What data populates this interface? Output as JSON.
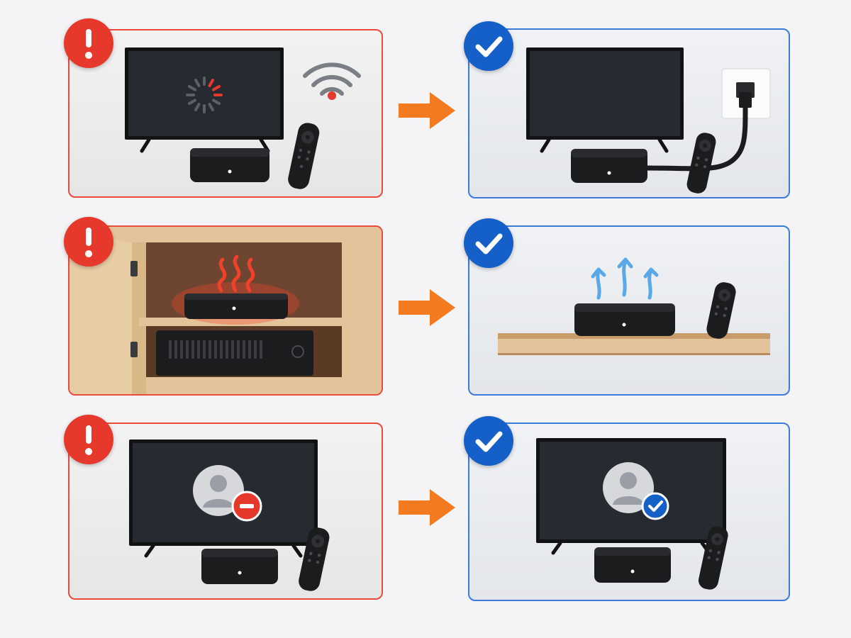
{
  "colors": {
    "problem": "#e6392b",
    "solution": "#1460c8",
    "arrow": "#f47a20",
    "panel_problem_border": "#e84b3c",
    "panel_solution_border": "#3a7bdc",
    "device": "#1b1c1e",
    "screen": "#262a31",
    "wood": "#e3c49a",
    "heat": "#f0412a",
    "airflow": "#5aa8e8"
  },
  "rows": [
    {
      "problem": {
        "scene": "tv-buffering-weak-wifi",
        "icons": [
          "alert-icon",
          "loading-spinner-icon",
          "weak-wifi-icon"
        ]
      },
      "solution": {
        "scene": "tv-wired-ethernet",
        "icons": [
          "check-icon",
          "ethernet-cable-icon",
          "wall-port-icon"
        ]
      }
    },
    {
      "problem": {
        "scene": "device-overheating-in-cabinet",
        "icons": [
          "alert-icon",
          "heat-waves-icon",
          "cabinet-icon"
        ]
      },
      "solution": {
        "scene": "device-on-open-shelf",
        "icons": [
          "check-icon",
          "airflow-arrows-icon",
          "shelf-icon"
        ]
      }
    },
    {
      "problem": {
        "scene": "account-blocked",
        "icons": [
          "alert-icon",
          "user-avatar-icon",
          "minus-badge-icon"
        ]
      },
      "solution": {
        "scene": "account-verified",
        "icons": [
          "check-icon",
          "user-avatar-icon",
          "check-badge-icon"
        ]
      }
    }
  ]
}
